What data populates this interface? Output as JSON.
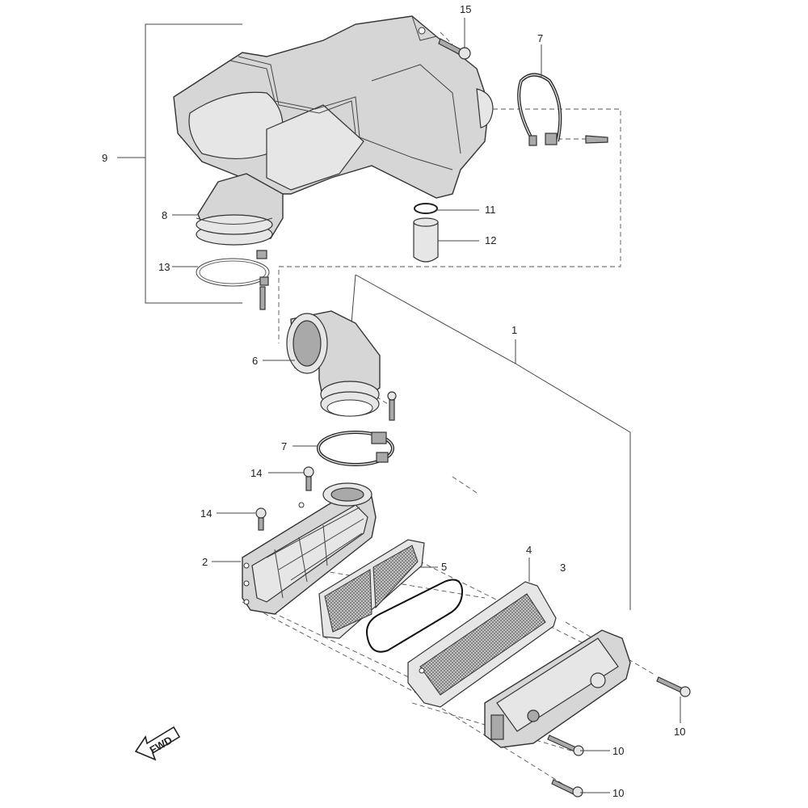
{
  "callouts": {
    "c1": "1",
    "c2": "2",
    "c3": "3",
    "c4": "4",
    "c5": "5",
    "c6": "6",
    "c7a": "7",
    "c7b": "7",
    "c8": "8",
    "c9": "9",
    "c10a": "10",
    "c10b": "10",
    "c10c": "10",
    "c11": "11",
    "c12": "12",
    "c13": "13",
    "c14a": "14",
    "c14b": "14",
    "c15": "15"
  },
  "fwd_label": "FWD"
}
